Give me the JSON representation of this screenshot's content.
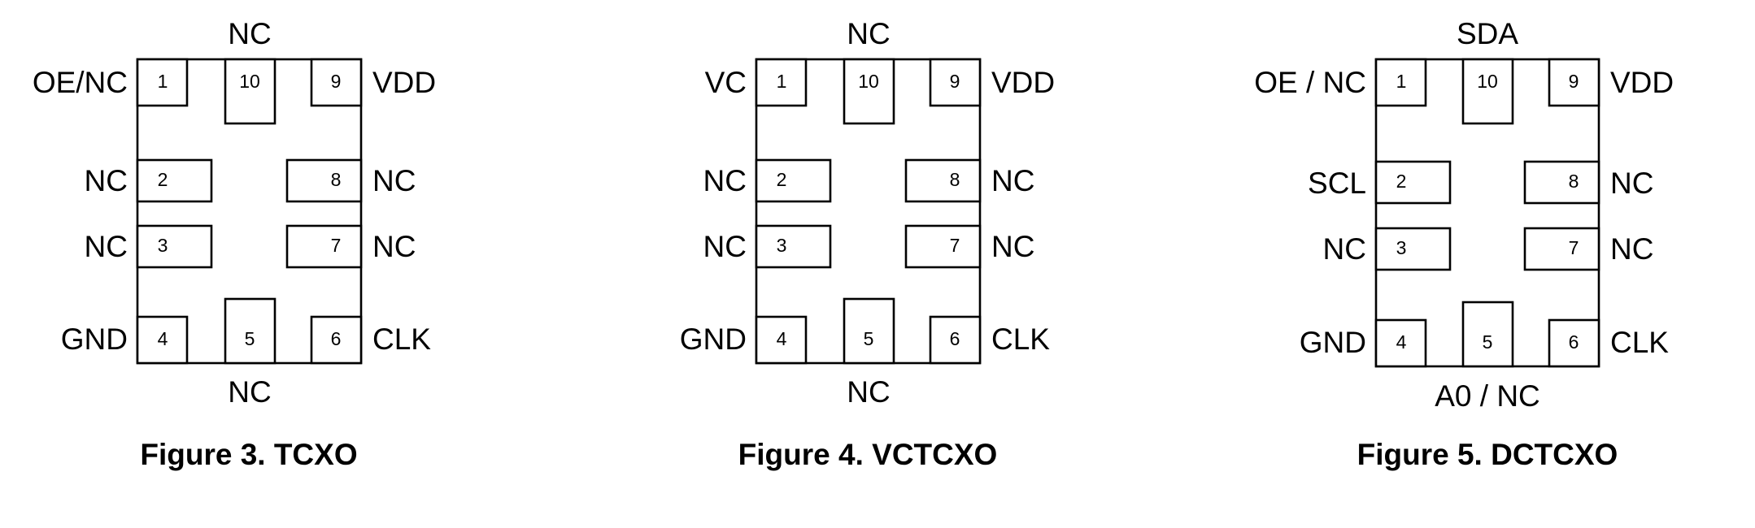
{
  "figures": [
    {
      "caption": "Figure 3. TCXO",
      "labels": {
        "top": "NC",
        "bottom": "NC",
        "p1": "OE/NC",
        "p2": "NC",
        "p3": "NC",
        "p4": "GND",
        "p9": "VDD",
        "p8": "NC",
        "p7": "NC",
        "p6": "CLK"
      },
      "pins": [
        "1",
        "2",
        "3",
        "4",
        "5",
        "6",
        "7",
        "8",
        "9",
        "10"
      ]
    },
    {
      "caption": "Figure 4. VCTCXO",
      "labels": {
        "top": "NC",
        "bottom": "NC",
        "p1": "VC",
        "p2": "NC",
        "p3": "NC",
        "p4": "GND",
        "p9": "VDD",
        "p8": "NC",
        "p7": "NC",
        "p6": "CLK"
      },
      "pins": [
        "1",
        "2",
        "3",
        "4",
        "5",
        "6",
        "7",
        "8",
        "9",
        "10"
      ]
    },
    {
      "caption": "Figure 5. DCTCXO",
      "labels": {
        "top": "SDA",
        "bottom": "A0 / NC",
        "p1": "OE / NC",
        "p2": "SCL",
        "p3": "NC",
        "p4": "GND",
        "p9": "VDD",
        "p8": "NC",
        "p7": "NC",
        "p6": "CLK"
      },
      "pins": [
        "1",
        "2",
        "3",
        "4",
        "5",
        "6",
        "7",
        "8",
        "9",
        "10"
      ]
    }
  ]
}
